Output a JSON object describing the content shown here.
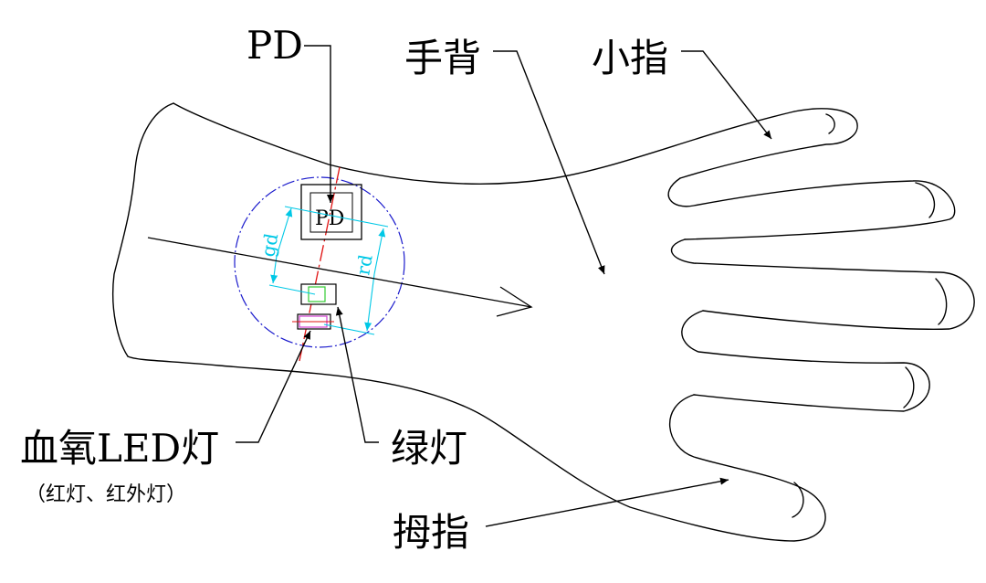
{
  "labels": {
    "pd": "PD",
    "back_of_hand": "手背",
    "little_finger": "小指",
    "thumb": "拇指",
    "green_light": "绿灯",
    "spo2_led": "血氧LED灯",
    "spo2_led_note": "（红灯、红外灯）"
  },
  "sensor": {
    "pd_inner": "PD",
    "dim_gd": "gd",
    "dim_rd": "rd"
  },
  "colors": {
    "outline": "#000000",
    "circle": "#1a1acc",
    "centerline": "#e01010",
    "dimension": "#00c8e6",
    "green_led": "#33cc33",
    "red_led": "#d040d0"
  }
}
